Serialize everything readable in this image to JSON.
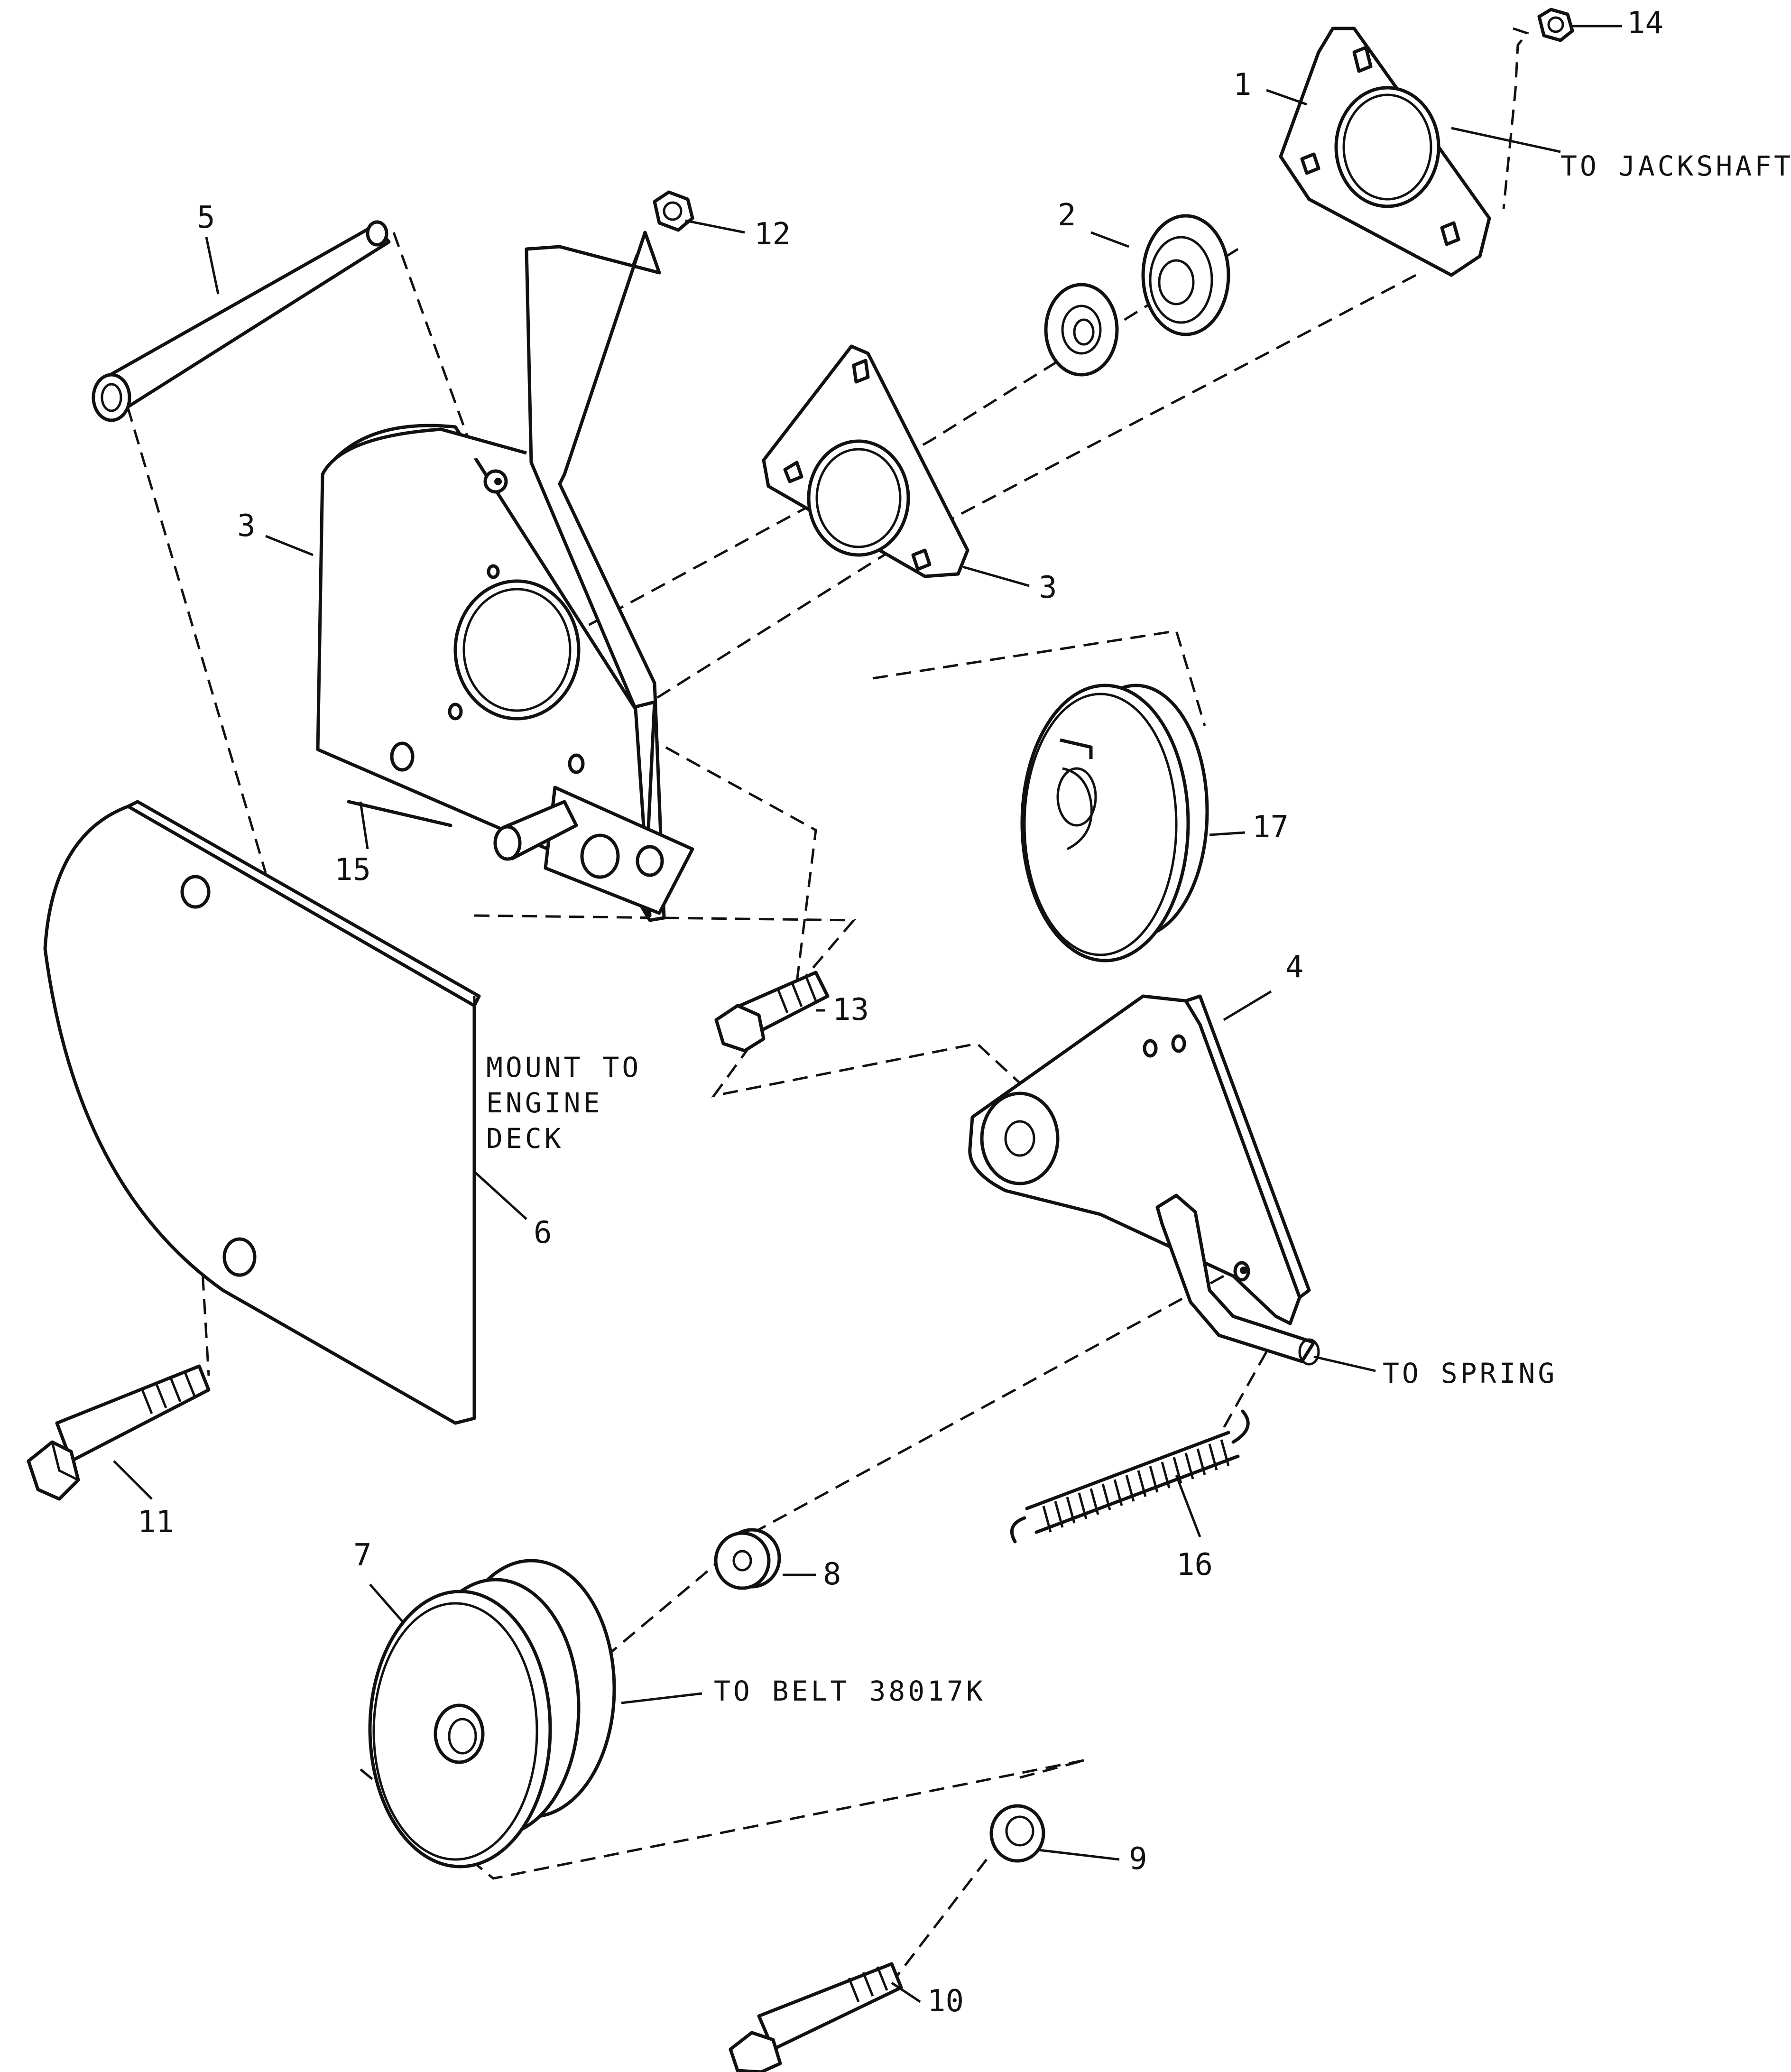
{
  "part_labels": {
    "p1": "1",
    "p2": "2",
    "p3a": "3",
    "p3b": "3",
    "p4": "4",
    "p5": "5",
    "p6": "6",
    "p7": "7",
    "p8": "8",
    "p9": "9",
    "p10": "10",
    "p11": "11",
    "p12": "12",
    "p13": "13",
    "p14": "14",
    "p15": "15",
    "p16": "16",
    "p17": "17"
  },
  "notes": {
    "to_jackshaft": "TO JACKSHAFT",
    "mount_line1": "MOUNT TO",
    "mount_line2": "ENGINE",
    "mount_line3": "DECK",
    "to_spring": "TO SPRING",
    "belt": "TO BELT 38017K"
  }
}
